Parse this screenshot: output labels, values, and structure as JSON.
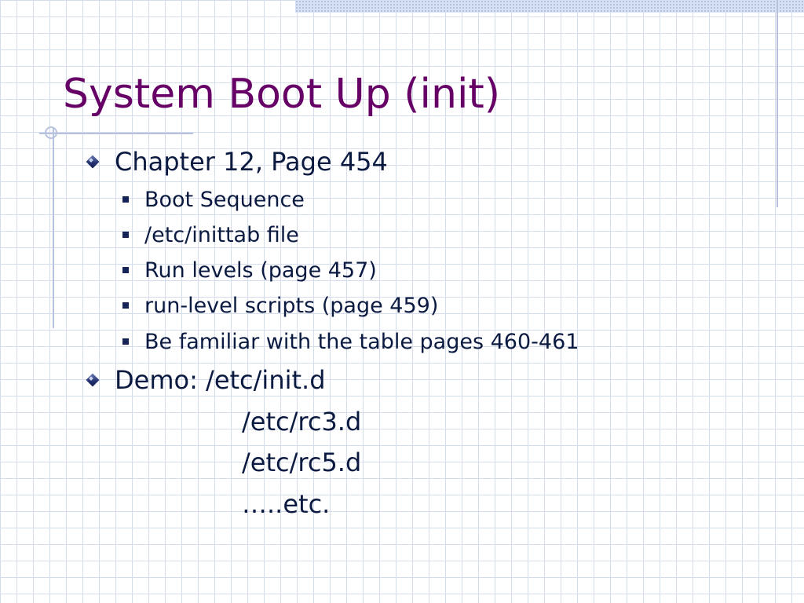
{
  "slide": {
    "title": "System Boot Up (init)",
    "bullets": [
      {
        "text": "Chapter 12, Page 454",
        "subitems": [
          "Boot Sequence",
          "/etc/inittab file",
          "Run levels (page 457)",
          "run-level scripts (page 459)",
          "Be familiar with the table pages 460-461"
        ]
      },
      {
        "text": "Demo:  /etc/init.d",
        "continuation": [
          "/etc/rc3.d",
          "/etc/rc5.d",
          "…..etc."
        ]
      }
    ]
  },
  "colors": {
    "title": "#660066",
    "body_text": "#0b1a40",
    "bullet": "#152356",
    "grid": "#d5dcec",
    "frame": "#b7c2df"
  },
  "icons": {
    "level1_bullet": "diamond-icon",
    "level2_bullet": "square-bullet-icon"
  }
}
